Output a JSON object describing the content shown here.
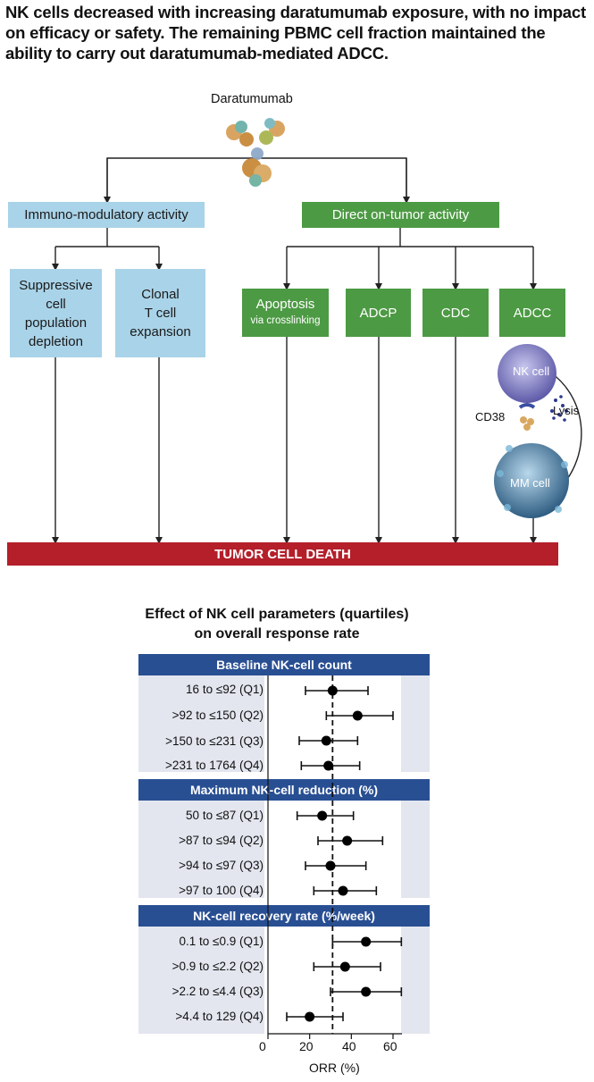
{
  "headline": "NK cells decreased with increasing daratumumab exposure, with no impact on efficacy or safety.  The remaining PBMC cell fraction maintained the ability to carry out daratumumab-mediated ADCC.",
  "diagram": {
    "drug": "Daratumumab",
    "immuno": "Immuno-modulatory activity",
    "direct": "Direct on-tumor activity",
    "suppressive": [
      "Suppressive",
      "cell",
      "population",
      "depletion"
    ],
    "clonal": [
      "Clonal",
      "T cell",
      "expansion"
    ],
    "apoptosis": "Apoptosis",
    "apoptosis_sub": "via crosslinking",
    "adcp": "ADCP",
    "cdc": "CDC",
    "adcc": "ADCC",
    "nk_cell": "NK cell",
    "lysis": "Lysis",
    "cd38": "CD38",
    "mm_cell": "MM cell",
    "outcome": "TUMOR CELL DEATH"
  },
  "forest": {
    "title_line1": "Effect of NK cell parameters (quartiles)",
    "title_line2": "on overall response rate",
    "groups": [
      {
        "name": "Baseline NK-cell count",
        "rows": [
          "16 to ≤92 (Q1)",
          ">92 to ≤150 (Q2)",
          ">150 to ≤231 (Q3)",
          ">231 to 1764 (Q4)"
        ]
      },
      {
        "name": "Maximum NK-cell reduction (%)",
        "rows": [
          "50 to ≤87 (Q1)",
          ">87 to ≤94 (Q2)",
          ">94 to ≤97 (Q3)",
          ">97 to 100 (Q4)"
        ]
      },
      {
        "name": "NK-cell recovery rate (%/week)",
        "rows": [
          "0.1 to ≤0.9 (Q1)",
          ">0.9 to ≤2.2 (Q2)",
          ">2.2 to ≤4.4 (Q3)",
          ">4.4 to 129 (Q4)"
        ]
      }
    ],
    "x_ticks": [
      "0",
      "20",
      "40",
      "60"
    ],
    "x_label": "ORR (%)"
  },
  "chart_data": {
    "type": "scatter",
    "title": "Effect of NK cell parameters (quartiles) on overall response rate",
    "xlabel": "ORR (%)",
    "xlim": [
      0,
      65
    ],
    "reference_line": 31,
    "series": [
      {
        "name": "Baseline NK-cell count",
        "categories": [
          "16 to ≤92 (Q1)",
          ">92 to ≤150 (Q2)",
          ">150 to ≤231 (Q3)",
          ">231 to 1764 (Q4)"
        ],
        "estimate": [
          31,
          43,
          28,
          29
        ],
        "lower": [
          18,
          28,
          15,
          16
        ],
        "upper": [
          48,
          60,
          43,
          44
        ]
      },
      {
        "name": "Maximum NK-cell reduction (%)",
        "categories": [
          "50 to ≤87 (Q1)",
          ">87 to ≤94 (Q2)",
          ">94 to ≤97 (Q3)",
          ">97 to 100 (Q4)"
        ],
        "estimate": [
          26,
          38,
          30,
          36
        ],
        "lower": [
          14,
          24,
          18,
          22
        ],
        "upper": [
          41,
          55,
          47,
          52
        ]
      },
      {
        "name": "NK-cell recovery rate (%/week)",
        "categories": [
          "0.1 to ≤0.9 (Q1)",
          ">0.9 to ≤2.2 (Q2)",
          ">2.2 to ≤4.4 (Q3)",
          ">4.4 to 129 (Q4)"
        ],
        "estimate": [
          47,
          37,
          47,
          20
        ],
        "lower": [
          31,
          22,
          30,
          9
        ],
        "upper": [
          64,
          54,
          64,
          36
        ]
      }
    ]
  },
  "colors": {
    "blue_box": "#a9d3e8",
    "green_box": "#4d9a44",
    "death_bar": "#b41f2a",
    "forest_header": "#294f93",
    "forest_body": "#e3e6ef"
  }
}
